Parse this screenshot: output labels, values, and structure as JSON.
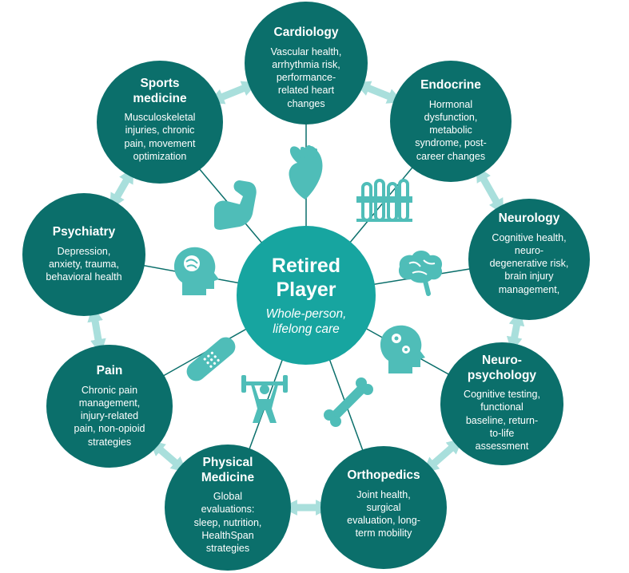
{
  "center": {
    "title": "Retired\nPlayer",
    "subtitle": "Whole-person,\nlifelong care"
  },
  "specialties": [
    {
      "id": "cardiology",
      "title": "Cardiology",
      "desc": "Vascular health,\narrhythmia risk,\nperformance-\nrelated heart\nchanges"
    },
    {
      "id": "endocrine",
      "title": "Endocrine",
      "desc": "Hormonal\ndysfunction,\nmetabolic\nsyndrome, post-\ncareer changes"
    },
    {
      "id": "neurology",
      "title": "Neurology",
      "desc": "Cognitive health,\nneuro-\ndegenerative risk,\nbrain injury\nmanagement,"
    },
    {
      "id": "neuropsychology",
      "title": "Neuro-\npsychology",
      "desc": "Cognitive testing,\nfunctional\nbaseline, return-\nto-life\nassessment"
    },
    {
      "id": "orthopedics",
      "title": "Orthopedics",
      "desc": "Joint health,\nsurgical\nevaluation, long-\nterm mobility"
    },
    {
      "id": "physical-medicine",
      "title": "Physical\nMedicine",
      "desc": "Global\nevaluations:\nsleep, nutrition,\nHealthSpan\nstrategies"
    },
    {
      "id": "pain",
      "title": "Pain",
      "desc": "Chronic pain\nmanagement,\ninjury-related\npain, non-opioid\nstrategies"
    },
    {
      "id": "psychiatry",
      "title": "Psychiatry",
      "desc": "Depression,\nanxiety, trauma,\nbehavioral health"
    },
    {
      "id": "sports-medicine",
      "title": "Sports\nmedicine",
      "desc": "Musculoskeletal\ninjuries, chronic\npain, movement\noptimization"
    }
  ],
  "icons": [
    "heart-icon",
    "test-tubes-icon",
    "brain-icon",
    "head-gears-icon",
    "bone-icon",
    "weightlifter-icon",
    "bandage-icon",
    "head-brain-icon",
    "flexed-arm-icon"
  ],
  "colors": {
    "node": "#0b6f6b",
    "center": "#17a5a0",
    "icon": "#4fbdb8",
    "arrow": "#a9dfdc",
    "line": "#0b6f6b"
  }
}
